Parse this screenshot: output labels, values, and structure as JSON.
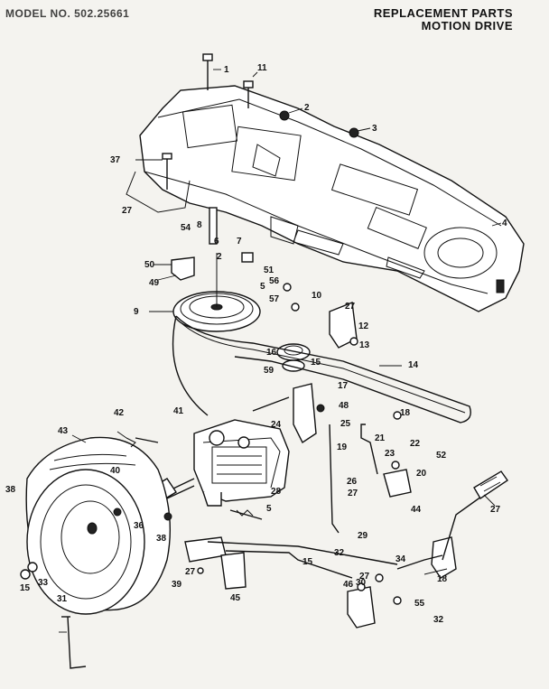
{
  "header": {
    "model_line": "MODEL NO. 502.25661",
    "title_line1": "REPLACEMENT PARTS",
    "title_line2": "MOTION DRIVE"
  },
  "part_labels": [
    "1",
    "11",
    "2",
    "3",
    "37",
    "27",
    "8",
    "54",
    "2",
    "6",
    "7",
    "4",
    "50",
    "49",
    "51",
    "56",
    "5",
    "57",
    "10",
    "27",
    "12",
    "9",
    "13",
    "16",
    "15",
    "59",
    "14",
    "17",
    "48",
    "42",
    "41",
    "24",
    "25",
    "18",
    "43",
    "21",
    "22",
    "52",
    "19",
    "23",
    "20",
    "40",
    "28",
    "27",
    "26",
    "44",
    "38",
    "36",
    "5",
    "38",
    "33",
    "29",
    "27",
    "32",
    "34",
    "15",
    "30",
    "18",
    "27",
    "39",
    "32",
    "45",
    "46",
    "15",
    "31",
    "27",
    "55"
  ]
}
